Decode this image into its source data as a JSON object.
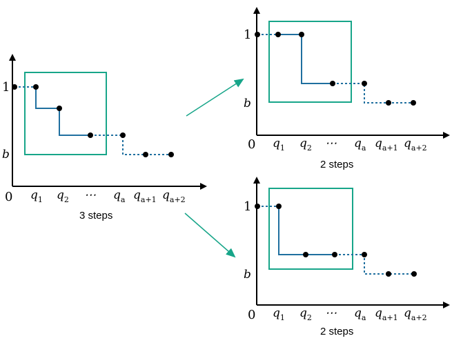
{
  "panels": [
    {
      "id": "left",
      "origin_label": "0",
      "y_labels": {
        "one": "1",
        "b": "b"
      },
      "x_ticks": [
        {
          "base": "q",
          "sub": "1"
        },
        {
          "base": "q",
          "sub": "2"
        },
        {
          "base": "⋯",
          "sub": ""
        },
        {
          "base": "q",
          "sub": "a"
        },
        {
          "base": "q",
          "sub": "a+1"
        },
        {
          "base": "q",
          "sub": "a+2"
        }
      ],
      "caption": "3 steps"
    },
    {
      "id": "top-right",
      "origin_label": "0",
      "y_labels": {
        "one": "1",
        "b": "b"
      },
      "x_ticks": [
        {
          "base": "q",
          "sub": "1"
        },
        {
          "base": "q",
          "sub": "2"
        },
        {
          "base": "⋯",
          "sub": ""
        },
        {
          "base": "q",
          "sub": "a"
        },
        {
          "base": "q",
          "sub": "a+1"
        },
        {
          "base": "q",
          "sub": "a+2"
        }
      ],
      "caption": "2 steps"
    },
    {
      "id": "bottom-right",
      "origin_label": "0",
      "y_labels": {
        "one": "1",
        "b": "b"
      },
      "x_ticks": [
        {
          "base": "q",
          "sub": "1"
        },
        {
          "base": "q",
          "sub": "2"
        },
        {
          "base": "⋯",
          "sub": ""
        },
        {
          "base": "q",
          "sub": "a"
        },
        {
          "base": "q",
          "sub": "a+1"
        },
        {
          "base": "q",
          "sub": "a+2"
        }
      ],
      "caption": "2 steps"
    }
  ],
  "colors": {
    "step_line": "#1f6f9f",
    "box": "#17a589",
    "arrow": "#17a589",
    "dot": "#000000",
    "axis": "#000000"
  }
}
